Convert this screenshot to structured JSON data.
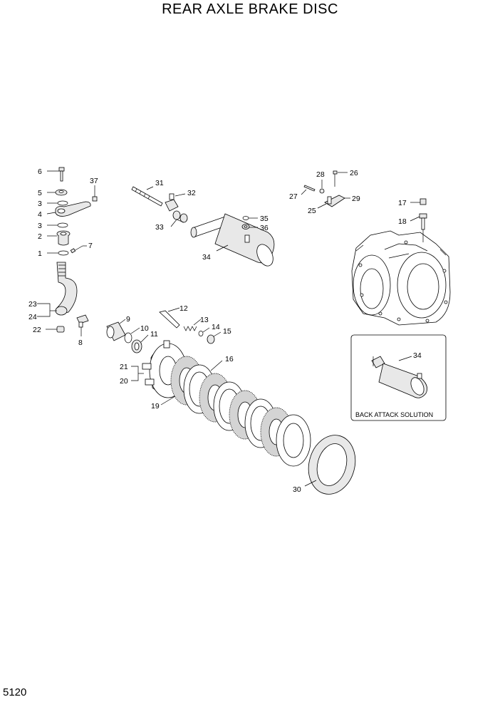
{
  "title": "REAR AXLE BRAKE DISC",
  "page_number": "5120",
  "inset": {
    "caption": "BACK ATTACK SOLUTION",
    "label": "34"
  },
  "labels": {
    "l1": "1",
    "l2": "2",
    "l3a": "3",
    "l3b": "3",
    "l4": "4",
    "l5": "5",
    "l6": "6",
    "l7": "7",
    "l8": "8",
    "l9": "9",
    "l10": "10",
    "l11": "11",
    "l12": "12",
    "l13": "13",
    "l14": "14",
    "l15": "15",
    "l16": "16",
    "l17": "17",
    "l18": "18",
    "l19": "19",
    "l20": "20",
    "l21": "21",
    "l22": "22",
    "l23": "23",
    "l24": "24",
    "l25": "25",
    "l26": "26",
    "l27": "27",
    "l28": "28",
    "l29": "29",
    "l30": "30",
    "l31": "31",
    "l32": "32",
    "l33": "33",
    "l34": "34",
    "l35": "35",
    "l36": "36",
    "l37": "37"
  }
}
